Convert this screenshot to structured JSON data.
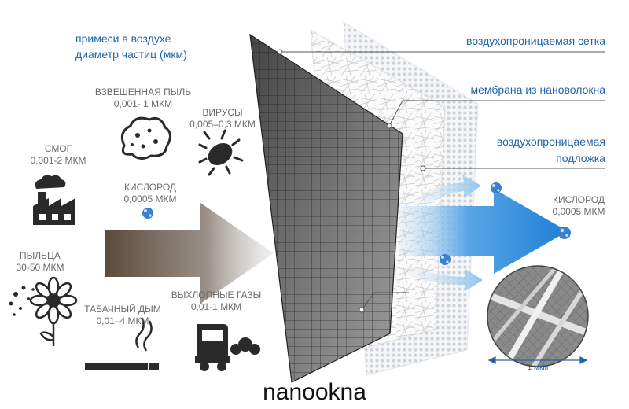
{
  "header": {
    "line1": "примеси в воздухе",
    "line2": "диаметр частиц (мкм)"
  },
  "pollutants": [
    {
      "name": "ВЗВЕШЕННАЯ ПЫЛЬ",
      "size": "0,001- 1 МКМ",
      "icon": "dust-cloud-icon"
    },
    {
      "name": "ВИРУСЫ",
      "size": "0,005–0,3 МКМ",
      "icon": "virus-icon"
    },
    {
      "name": "СМОГ",
      "size": "0,001-2 МКМ",
      "icon": "factory-icon"
    },
    {
      "name": "КИСЛОРОД",
      "size": "0,0005 МКМ",
      "icon": "oxygen-molecule-icon"
    },
    {
      "name": "ПЫЛЬЦА",
      "size": "30-50 МКМ",
      "icon": "flower-icon"
    },
    {
      "name": "ТАБАЧНЫЙ ДЫМ",
      "size": "0,01–4 МКМ",
      "icon": "cigarette-icon"
    },
    {
      "name": "ВЫХЛОПНЫЕ ГАЗЫ",
      "size": "0,01-1 МКМ",
      "icon": "truck-icon"
    }
  ],
  "layers": [
    {
      "label": "воздухопроницаемая сетка"
    },
    {
      "label": "мембрана из нановолокна"
    },
    {
      "label_line1": "воздухопроницаемая",
      "label_line2": "подложка"
    }
  ],
  "output": {
    "name": "КИСЛОРОД",
    "size": "0,0005 МКМ"
  },
  "scale": {
    "label": "1 мкм"
  },
  "brand": {
    "text": "nanookna"
  },
  "colors": {
    "accent_blue": "#1f7fd6",
    "label_blue": "#1f63b0",
    "text_gray": "#6b6b6b",
    "arrow_brown": "#6a5a4a",
    "icon_dark": "#2a2a2a"
  }
}
